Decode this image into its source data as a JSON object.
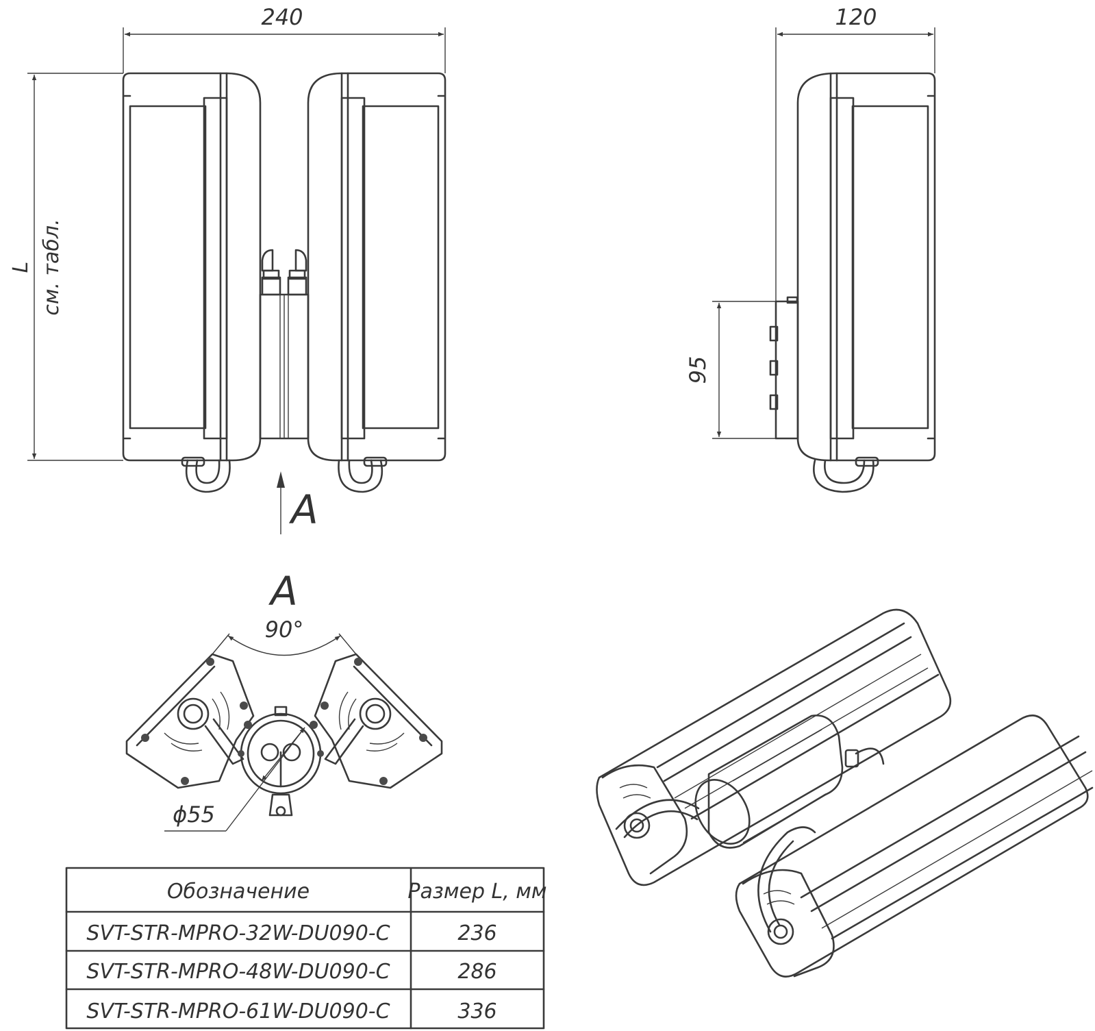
{
  "dimensions": {
    "width_front": "240",
    "width_side": "120",
    "length_symbol": "L",
    "length_note": "см. табл.",
    "mount_height": "95",
    "diameter": "ϕ55",
    "angle": "90°"
  },
  "views": {
    "view_arrow_label": "A",
    "view_title": "A"
  },
  "table": {
    "headers": [
      "Обозначение",
      "Размер L, мм"
    ],
    "rows": [
      [
        "SVT-STR-MPRO-32W-DU090-C",
        "236"
      ],
      [
        "SVT-STR-MPRO-48W-DU090-C",
        "286"
      ],
      [
        "SVT-STR-MPRO-61W-DU090-C",
        "336"
      ]
    ]
  }
}
